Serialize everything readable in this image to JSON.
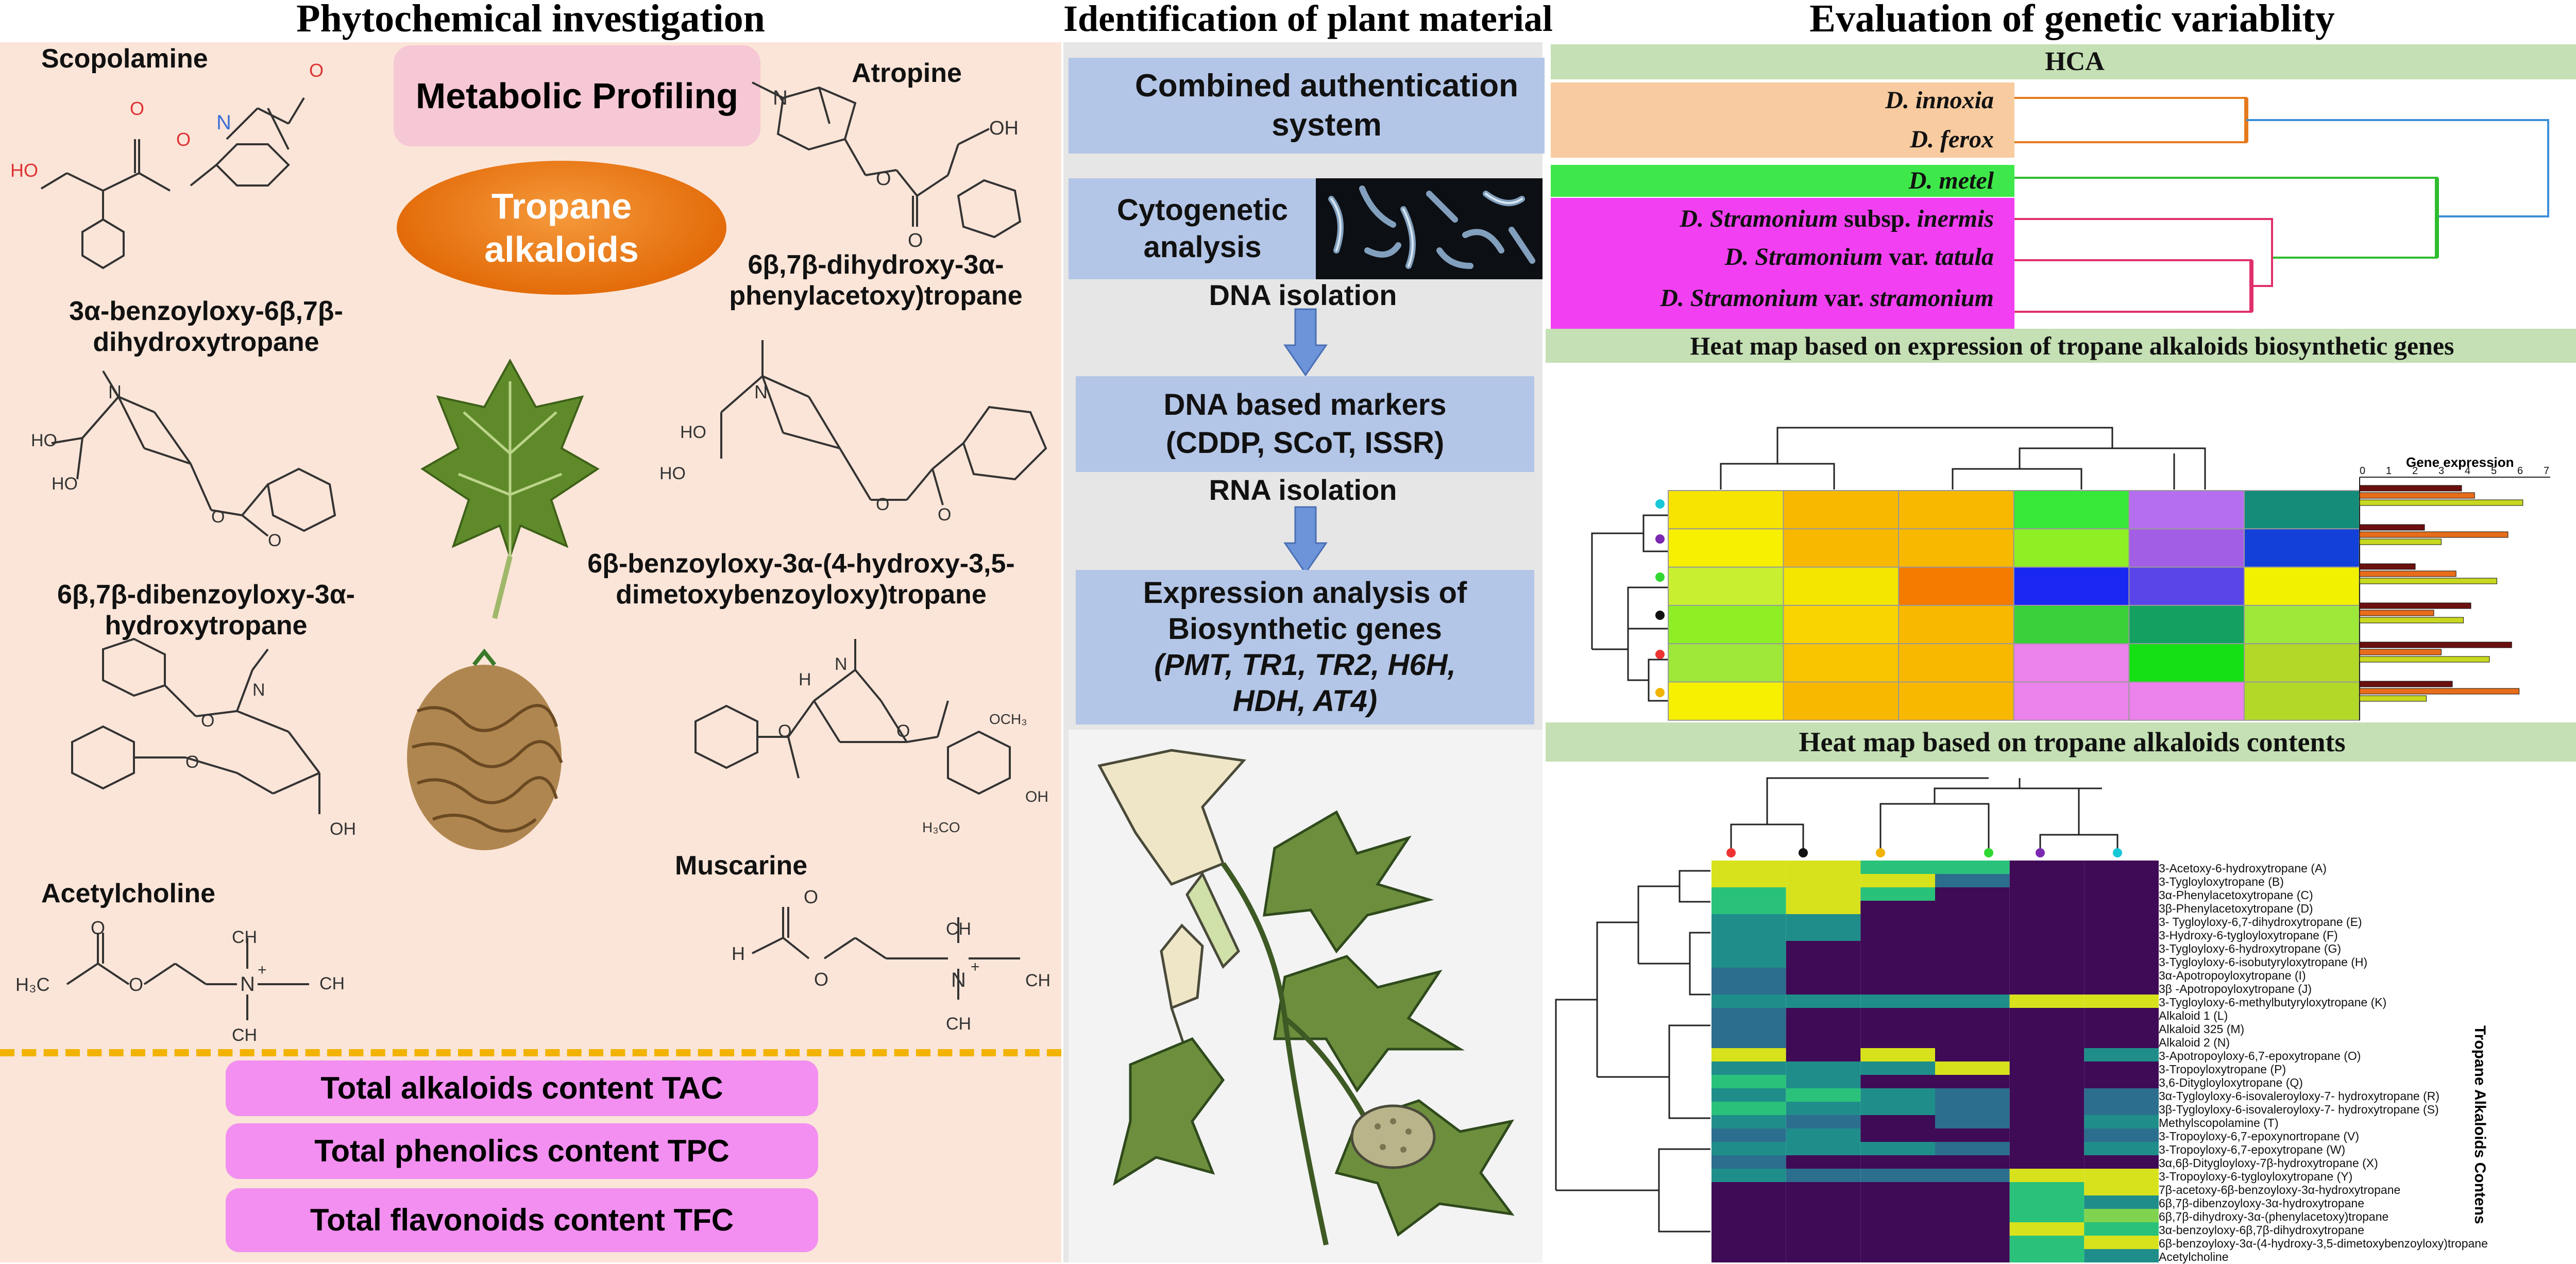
{
  "titles": {
    "left": "Phytochemical investigation",
    "middle": "Identification of plant material",
    "right": "Evaluation of genetic variablity"
  },
  "left": {
    "compounds": {
      "scopolamine": "Scopolamine",
      "atropine": "Atropine",
      "c3": "3α-benzoyloxy-6β,7β-dihydroxytropane",
      "c4": "6β,7β-dihydroxy-3α-phenylacetoxy)tropane",
      "c5": "6β,7β-dibenzoyloxy-3α-hydroxytropane",
      "c6": "6β-benzoyloxy-3α-(4-hydroxy-3,5-dimetoxybenzoyloxy)tropane",
      "acetylcholine": "Acetylcholine",
      "muscarine": "Muscarine"
    },
    "metabolic_profiling": "Metabolic Profiling",
    "tropane_alkaloids": "Tropane alkaloids",
    "totals": [
      "Total alkaloids content TAC",
      "Total phenolics content TPC",
      "Total flavonoids content TFC"
    ],
    "atom_labels": {
      "ho": "HO",
      "oh": "OH",
      "o": "O",
      "n": "N",
      "h": "H",
      "ch3": "CH",
      "h3c": "H₃C",
      "h3co": "H₃CO",
      "och3": "OCH₃",
      "plus": "+"
    }
  },
  "middle": {
    "combined": "Combined authentication system",
    "cytogenetic": "Cytogenetic analysis",
    "dna_isolation": "DNA isolation",
    "dna_markers_1": "DNA based markers",
    "dna_markers_2": "(CDDP, SCoT, ISSR)",
    "rna_isolation": "RNA isolation",
    "expression_1": "Expression analysis of",
    "expression_2": "Biosynthetic genes",
    "expression_3": "(PMT, TR1, TR2, H6H,",
    "expression_4": "HDH, AT4)"
  },
  "right": {
    "hca_title": "HCA",
    "species": [
      {
        "pre": "D. innoxia",
        "mid": "",
        "post": ""
      },
      {
        "pre": "D. ferox",
        "mid": "",
        "post": ""
      },
      {
        "pre": "D. metel",
        "mid": "",
        "post": ""
      },
      {
        "pre": "D. Stramonium",
        "mid": " subsp. ",
        "post": "inermis"
      },
      {
        "pre": "D. Stramonium",
        "mid": " var. ",
        "post": "tatula"
      },
      {
        "pre": "D. Stramonium",
        "mid": " var. ",
        "post": "stramonium"
      }
    ],
    "heatmap1_title": "Heat map based on expression of tropane alkaloids biosynthetic genes",
    "gene_expression_label": "Gene expression",
    "gene_axis_ticks": [
      "0",
      "1",
      "2",
      "3",
      "4",
      "5",
      "6",
      "7"
    ],
    "heatmap2_title": "Heat map based on tropane alkaloids contents",
    "tropane_axis_label": "Tropane Alkaloids Contens",
    "compound_rows": [
      "3-Acetoxy-6-hydroxytropane (A)",
      "3-Tygloyloxytropane (B)",
      "3α-Phenylacetoxytropane (C)",
      "3β-Phenylacetoxytropane (D)",
      "3- Tygloyloxy-6,7-dihydroxytropane (E)",
      "3-Hydroxy-6-tygloyloxytropane (F)",
      "3-Tygloyloxy-6-hydroxytropane (G)",
      "3-Tygloyloxy-6-isobutyryloxytropane (H)",
      "3α-Apotropoyloxytropane (I)",
      "3β -Apotropoyloxytropane (J)",
      "3-Tygloyloxy-6-methylbutyryloxytropane (K)",
      "Alkaloid 1 (L)",
      "Alkaloid 325 (M)",
      "Alkaloid 2 (N)",
      "3-Apotropoyloxy-6,7-epoxytropane (O)",
      "3-Tropoyloxytropane (P)",
      "3,6-Ditygloyloxytropane (Q)",
      "3α-Tygloyloxy-6-isovaleroyloxy-7- hydroxytropane (R)",
      "3β-Tygloyloxy-6-isovaleroyloxy-7- hydroxytropane (S)",
      "Methylscopolamine (T)",
      "3-Tropoyloxy-6,7-epoxynortropane (V)",
      "3-Tropoyloxy-6,7-epoxytropane (W)",
      "3α,6β-Ditygloyloxy-7β-hydroxytropane (X)",
      "3-Tropoyloxy-6-tygloyloxytropane (Y)",
      "7β-acetoxy-6β-benzoyloxy-3α-hydroxytropane",
      "6β,7β-dibenzoyloxy-3α-hydroxytropane",
      "6β,7β-dihydroxy-3α-(phenylacetoxy)tropane",
      "3α-benzoyloxy-6β,7β-dihydroxytropane",
      "6β-benzoyloxy-3α-(4-hydroxy-3,5-dimetoxybenzoyloxy)tropane",
      "Acetylcholine"
    ],
    "colors": {
      "hca_orange": "#f8cba0",
      "hca_green": "#3fe84a",
      "hca_magenta": "#f23ff2",
      "title_green": "#c5e0b4"
    }
  }
}
